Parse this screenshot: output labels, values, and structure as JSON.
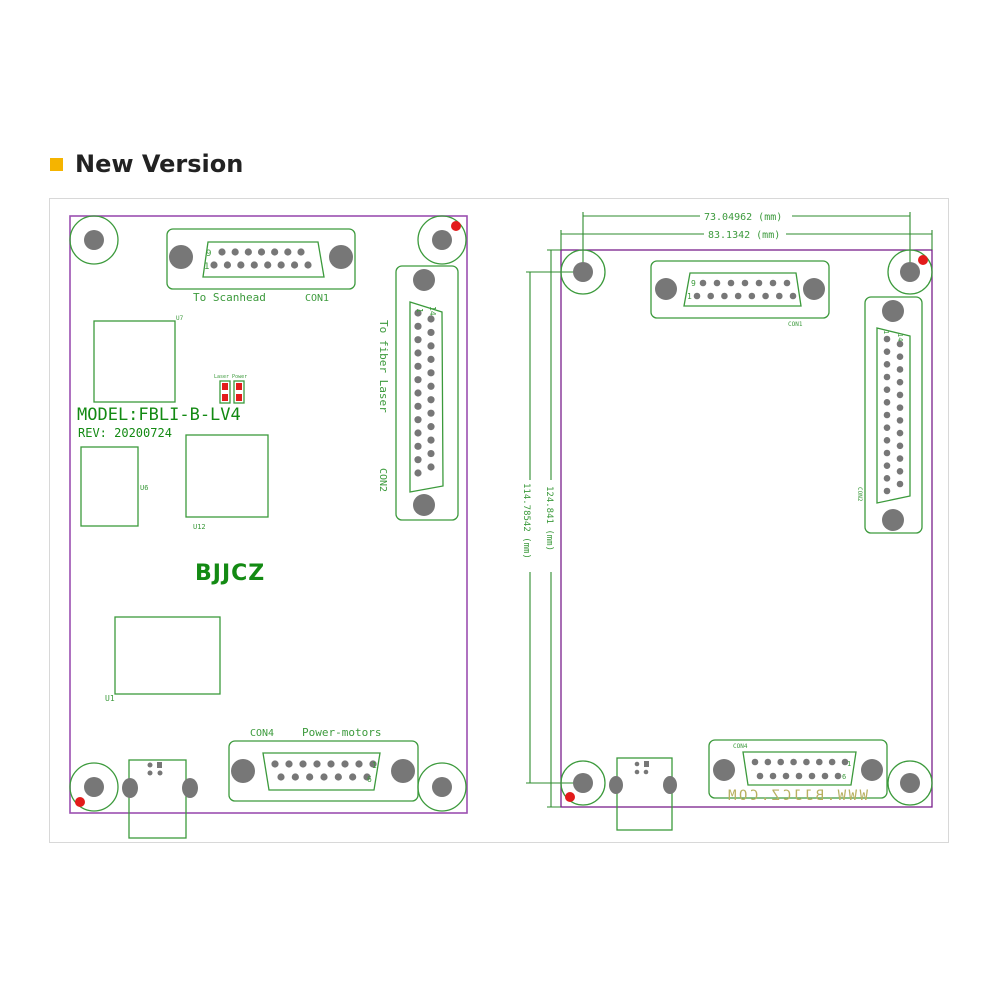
{
  "heading": {
    "title": "New Version",
    "bullet_color": "#f5b400"
  },
  "colors": {
    "trace": "#3c9a3c",
    "outline": "#9b4fb0",
    "outline_right": "#7a1f8c",
    "hole": "#777777",
    "marker": "#e31b1b",
    "watermark": "#b8b060"
  },
  "left_board": {
    "con1_label": "CON1",
    "con1_desc": "To Scanhead",
    "con1_pin_first": "1",
    "con1_pin_nine": "9",
    "con2_label": "CON2",
    "con2_desc": "To fiber Laser",
    "con2_pin_first": "1",
    "con2_pin_fourteen": "14",
    "u7": "U7",
    "u6": "U6",
    "u12": "U12",
    "u1": "U1",
    "led_label": "Laser Power",
    "model": "MODEL:FBLI-B-LV4",
    "rev": "REV: 20200724",
    "brand": "BJJCZ",
    "con4_label": "CON4",
    "con4_desc": "Power-motors",
    "con4_pin_first": "1",
    "con4_pin_six": "6"
  },
  "right_board": {
    "dim_inner_width": "73.04962 (mm)",
    "dim_outer_width": "83.1342 (mm)",
    "dim_inner_height": "114.78542 (mm)",
    "dim_outer_height": "124.841 (mm)",
    "con1_label": "CON1",
    "con1_pin_first": "1",
    "con1_pin_nine": "9",
    "con2_label": "CON2",
    "con2_pin_first": "1",
    "con2_pin_fourteen": "14",
    "con4_label": "CON4",
    "con4_pin_first": "1",
    "con4_pin_six": "6",
    "watermark": "WWW.BJJCZ.COM"
  }
}
